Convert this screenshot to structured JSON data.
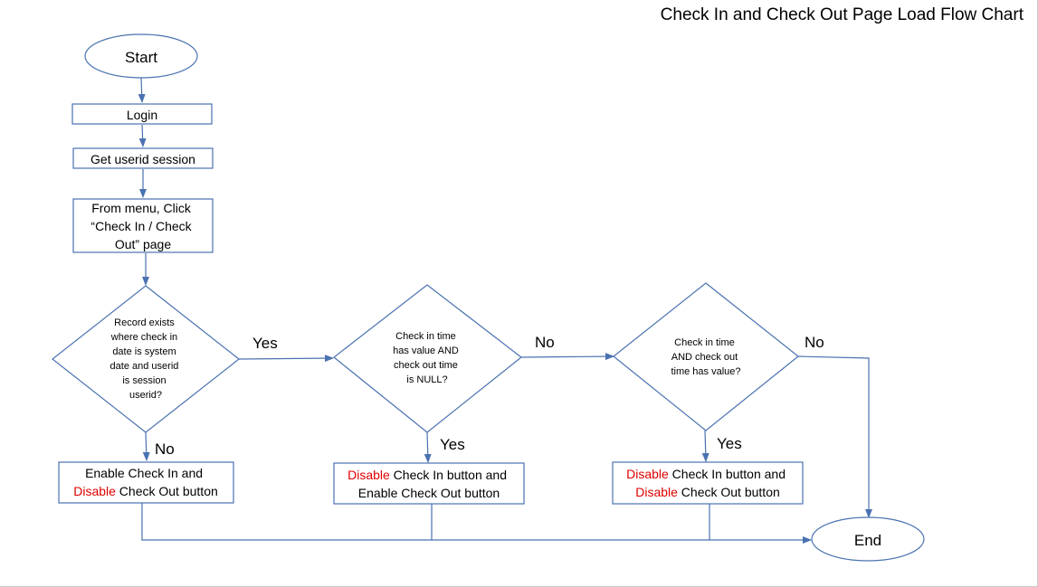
{
  "title": "Check In and Check Out Page Load Flow Chart",
  "colors": {
    "line": "#4a72b0",
    "highlight": "#e00000"
  },
  "nodes": {
    "start": "Start",
    "login": "Login",
    "get_session": "Get userid session",
    "menu_click": [
      "From menu, Click",
      "“Check In / Check",
      "Out” page"
    ],
    "decision1": [
      "Record exists",
      "where check in",
      "date is system",
      "date and userid",
      "is session",
      "userid?"
    ],
    "decision2": [
      "Check in time",
      "has value AND",
      "check out time",
      "is NULL?"
    ],
    "decision3": [
      "Check in time",
      "AND check out",
      "time has value?"
    ],
    "action1": {
      "line1": "Enable Check In and",
      "line2_red": "Disable",
      "line2_rest": " Check Out button"
    },
    "action2": {
      "line1_red": "Disable",
      "line1_rest": " Check In button and",
      "line2": "Enable Check Out button"
    },
    "action3": {
      "line1_red": "Disable",
      "line1_rest": " Check In button and",
      "line2_red": "Disable",
      "line2_rest": " Check Out button"
    },
    "end": "End"
  },
  "edge_labels": {
    "d1_yes": "Yes",
    "d1_no": "No",
    "d2_no": "No",
    "d2_yes": "Yes",
    "d3_no": "No",
    "d3_yes": "Yes"
  }
}
